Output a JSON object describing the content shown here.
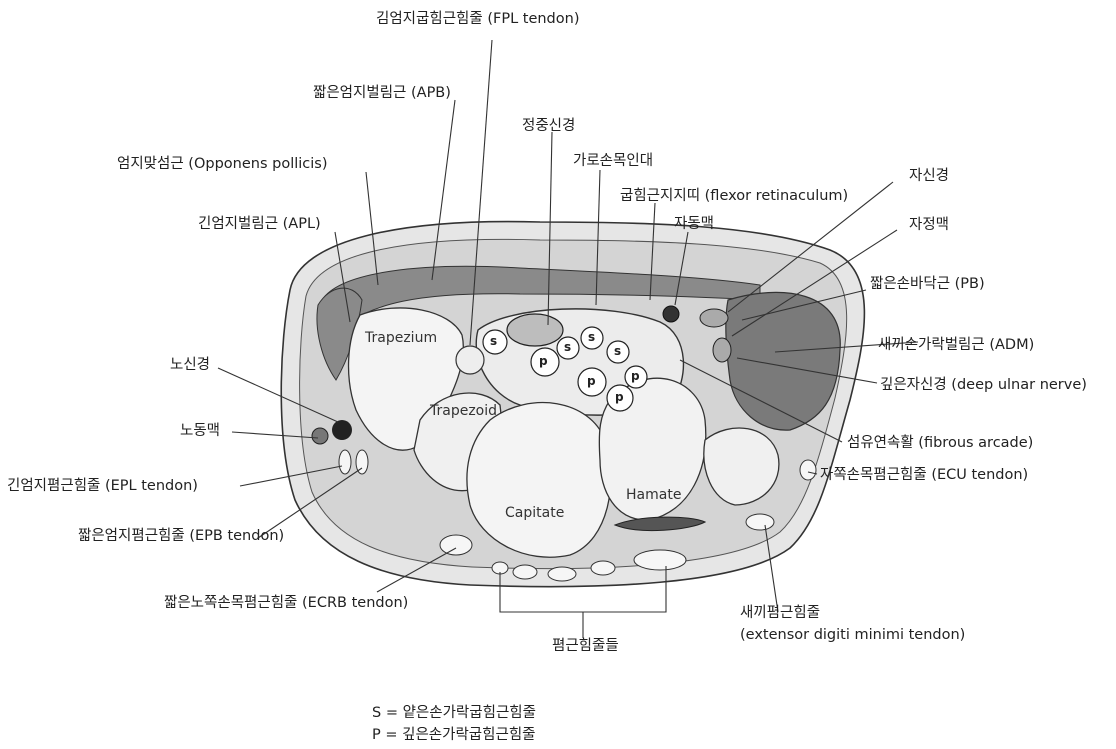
{
  "labels": {
    "fpl": "김엄지굽힘근힘줄 (FPL tendon)",
    "apb": "짧은엄지벌림근 (APB)",
    "median_nerve": "정중신경",
    "opponens": "엄지맞섬근 (Opponens pollicis)",
    "transverse_carpal": "가로손목인대",
    "ulnar_nerve": "자신경",
    "flexor_retinaculum": "굽힘근지지띠 (flexor retinaculum)",
    "apl": "긴엄지벌림근 (APL)",
    "ulnar_artery": "자동맥",
    "ulnar_vein": "자정맥",
    "pb": "짧은손바닥근 (PB)",
    "adm": "새끼손가락벌림근 (ADM)",
    "radial_nerve": "노신경",
    "deep_ulnar": "깊은자신경 (deep ulnar nerve)",
    "radial_artery": "노동맥",
    "fibrous_arcade": "섬유연속활 (fibrous arcade)",
    "epl": "긴엄지폄근힘줄 (EPL tendon)",
    "ecu": "자쪽손목폄근힘줄 (ECU tendon)",
    "epb": "짧은엄지폄근힘줄 (EPB tendon)",
    "ecrb": "짧은노쪽손목폄근힘줄 (ECRB tendon)",
    "edm_1": "새끼폄근힘줄",
    "edm_2": "(extensor digiti minimi tendon)",
    "extensors": "폄근힘줄들"
  },
  "bones": {
    "trapezium": "Trapezium",
    "trapezoid": "Trapezoid",
    "capitate": "Capitate",
    "hamate": "Hamate"
  },
  "tendon_letters": {
    "s": "s",
    "p": "p"
  },
  "legend": {
    "s_line": "S = 얕은손가락굽힘근힘줄",
    "p_line": "P = 깊은손가락굽힘근힘줄"
  },
  "colors": {
    "line": "#333333",
    "muscle": "#7d7d7d",
    "bone": "#f2f2f2",
    "tissue": "#d9d9d9"
  }
}
